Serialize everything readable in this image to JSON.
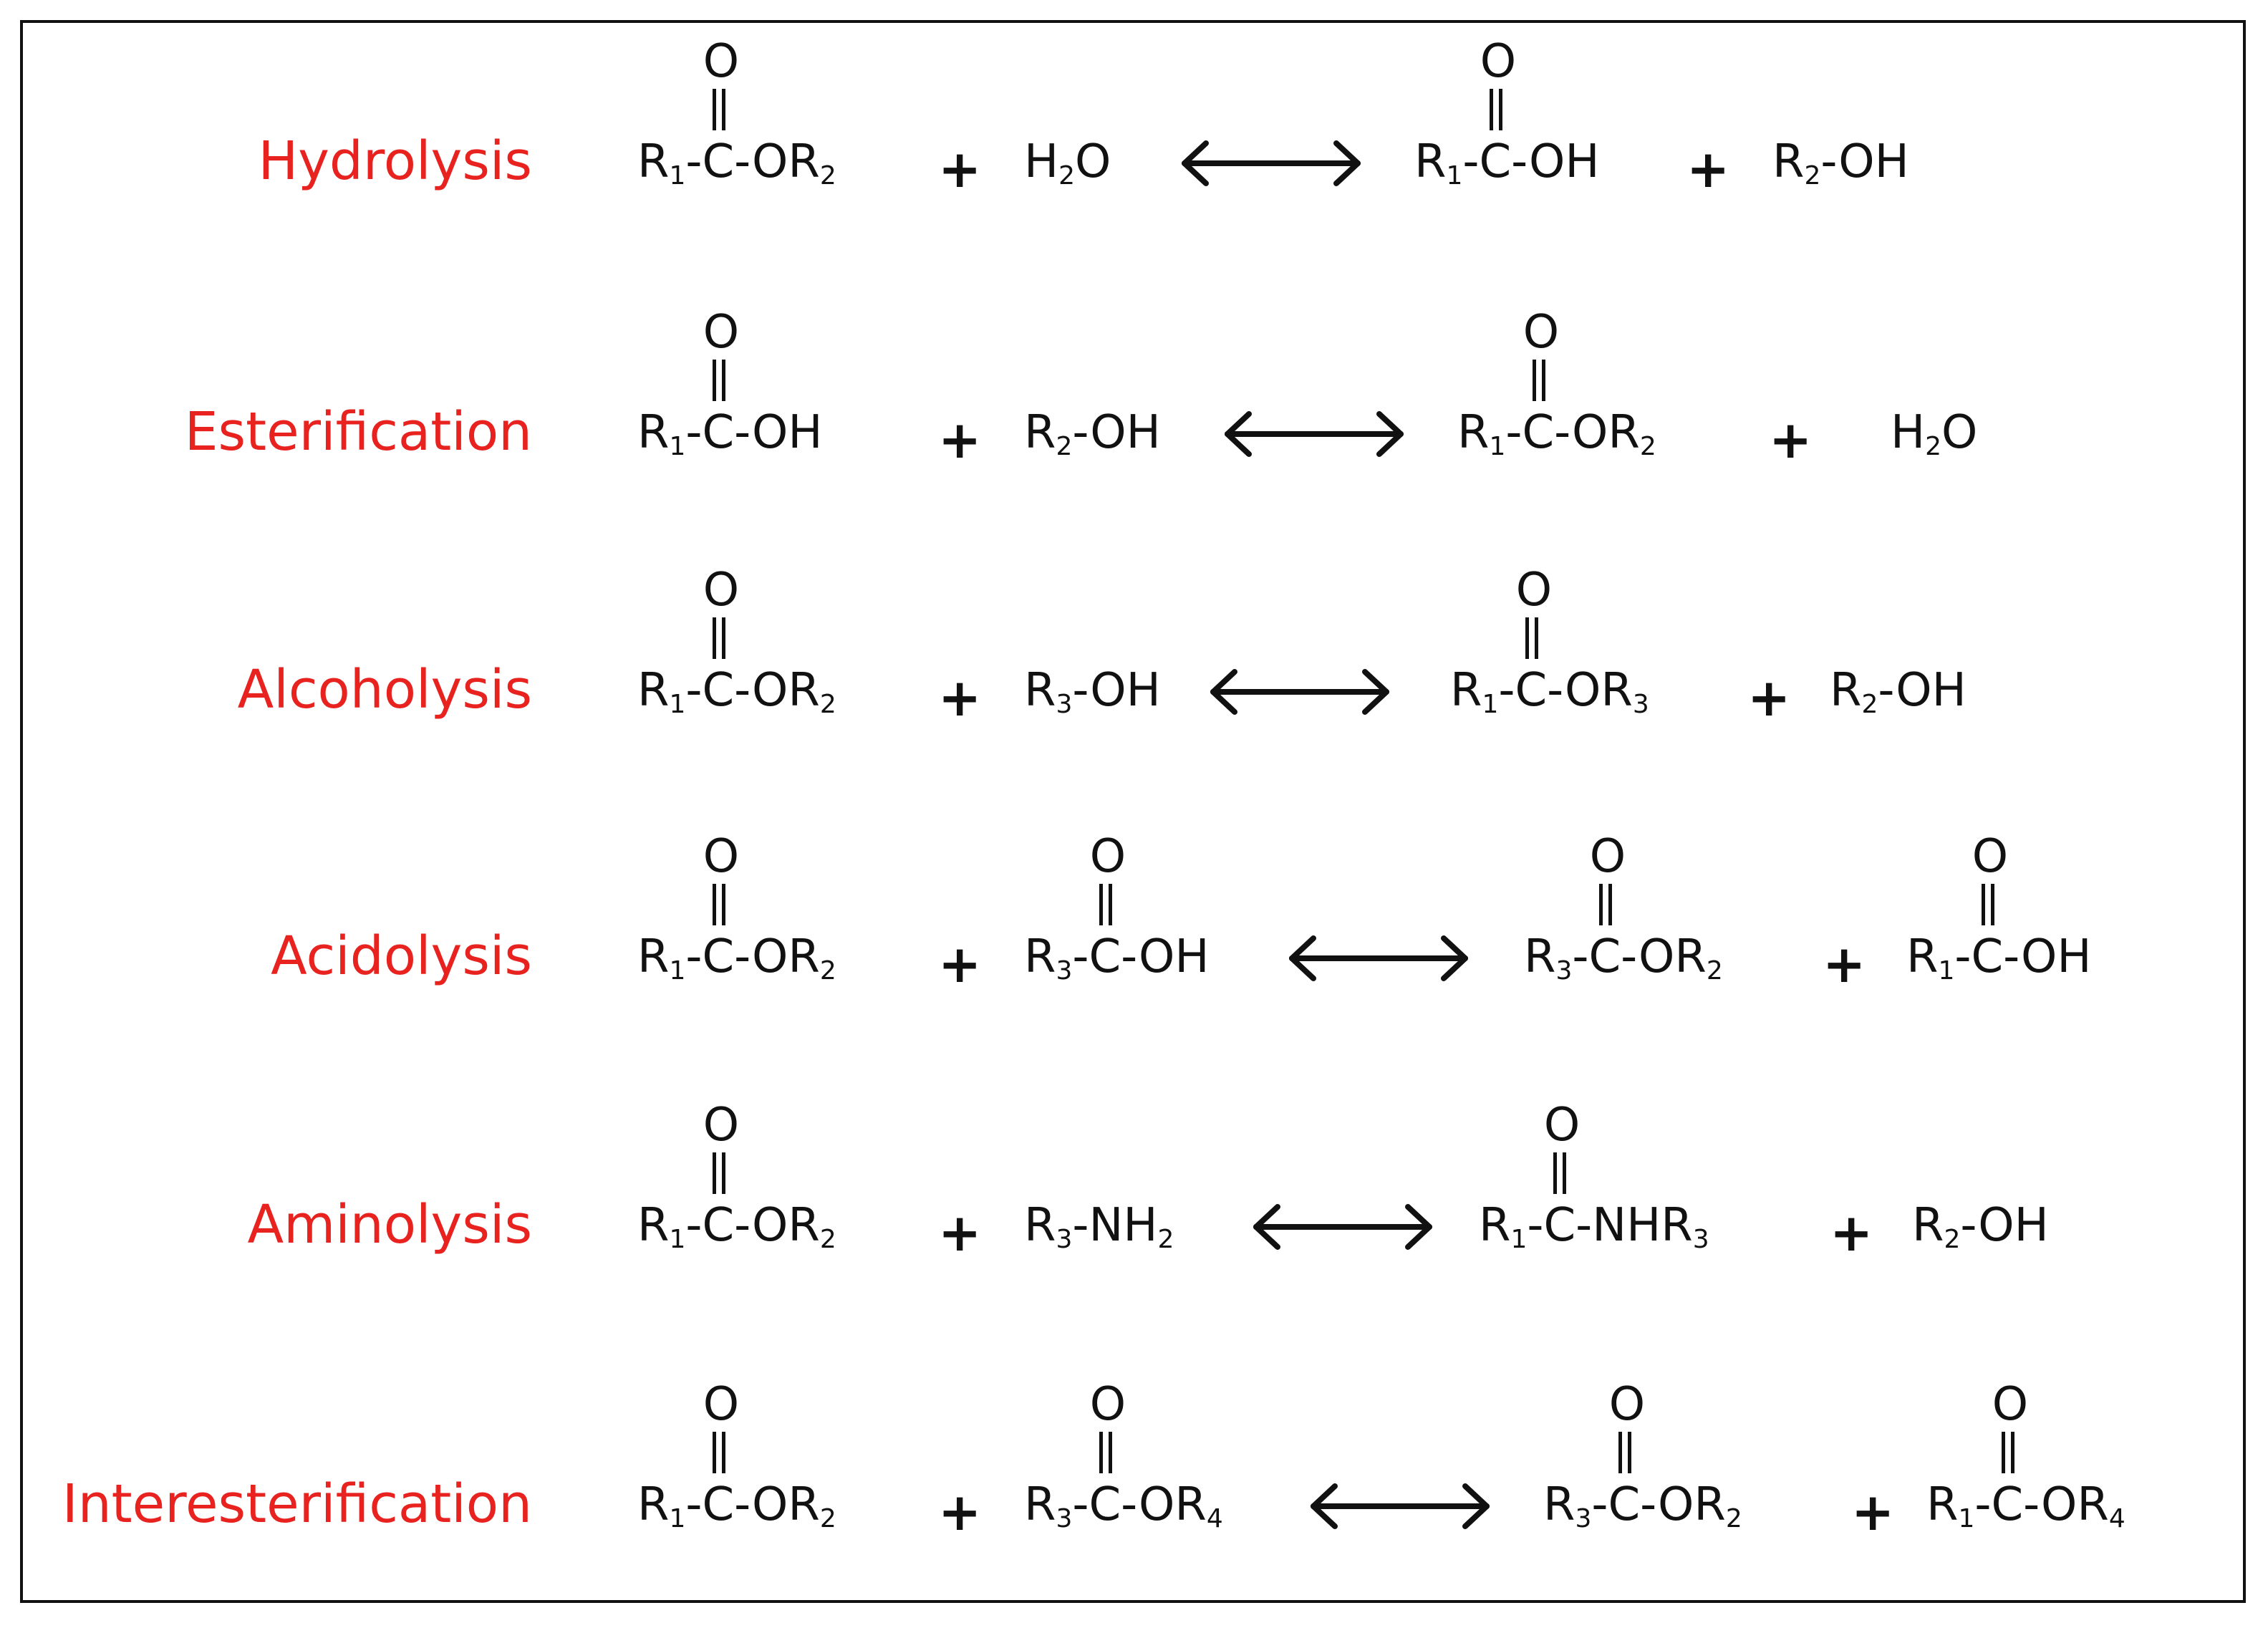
{
  "reactions": [
    {
      "name": "Hydrolysis",
      "reactants": [
        {
          "carbonyl": true,
          "left": "R",
          "left_sub": "1",
          "mid": "-C-",
          "right": "OR",
          "right_sub": "2"
        },
        {
          "carbonyl": false,
          "left": "H",
          "left_sub": "2",
          "right": "O"
        }
      ],
      "products": [
        {
          "carbonyl": true,
          "left": "R",
          "left_sub": "1",
          "mid": "-C-",
          "right": "OH"
        },
        {
          "carbonyl": false,
          "left": "R",
          "left_sub": "2",
          "right": "-OH"
        }
      ]
    },
    {
      "name": "Esterification",
      "reactants": [
        {
          "carbonyl": true,
          "left": "R",
          "left_sub": "1",
          "mid": "-C-",
          "right": "OH"
        },
        {
          "carbonyl": false,
          "left": "R",
          "left_sub": "2",
          "right": "-OH"
        }
      ],
      "products": [
        {
          "carbonyl": true,
          "left": "R",
          "left_sub": "1",
          "mid": "-C-",
          "right": "OR",
          "right_sub": "2"
        },
        {
          "carbonyl": false,
          "left": "H",
          "left_sub": "2",
          "right": "O"
        }
      ]
    },
    {
      "name": "Alcoholysis",
      "reactants": [
        {
          "carbonyl": true,
          "left": "R",
          "left_sub": "1",
          "mid": "-C-",
          "right": "OR",
          "right_sub": "2"
        },
        {
          "carbonyl": false,
          "left": "R",
          "left_sub": "3",
          "right": "-OH"
        }
      ],
      "products": [
        {
          "carbonyl": true,
          "left": "R",
          "left_sub": "1",
          "mid": "-C-",
          "right": "OR",
          "right_sub": "3"
        },
        {
          "carbonyl": false,
          "left": "R",
          "left_sub": "2",
          "right": "-OH"
        }
      ]
    },
    {
      "name": "Acidolysis",
      "reactants": [
        {
          "carbonyl": true,
          "left": "R",
          "left_sub": "1",
          "mid": "-C-",
          "right": "OR",
          "right_sub": "2"
        },
        {
          "carbonyl": true,
          "left": "R",
          "left_sub": "3",
          "mid": "-C-",
          "right": "OH"
        }
      ],
      "products": [
        {
          "carbonyl": true,
          "left": "R",
          "left_sub": "3",
          "mid": "-C-",
          "right": "OR",
          "right_sub": "2"
        },
        {
          "carbonyl": true,
          "left": "R",
          "left_sub": "1",
          "mid": "-C-",
          "right": "OH"
        }
      ]
    },
    {
      "name": "Aminolysis",
      "reactants": [
        {
          "carbonyl": true,
          "left": "R",
          "left_sub": "1",
          "mid": "-C-",
          "right": "OR",
          "right_sub": "2"
        },
        {
          "carbonyl": false,
          "left": "R",
          "left_sub": "3",
          "right": "-NH",
          "right_sub": "2"
        }
      ],
      "products": [
        {
          "carbonyl": true,
          "left": "R",
          "left_sub": "1",
          "mid": "-C-",
          "right": "NHR",
          "right_sub": "3"
        },
        {
          "carbonyl": false,
          "left": "R",
          "left_sub": "2",
          "right": "-OH"
        }
      ]
    },
    {
      "name": "Interesterification",
      "reactants": [
        {
          "carbonyl": true,
          "left": "R",
          "left_sub": "1",
          "mid": "-C-",
          "right": "OR",
          "right_sub": "2"
        },
        {
          "carbonyl": true,
          "left": "R",
          "left_sub": "3",
          "mid": "-C-",
          "right": "OR",
          "right_sub": "4"
        }
      ],
      "products": [
        {
          "carbonyl": true,
          "left": "R",
          "left_sub": "3",
          "mid": "-C-",
          "right": "OR",
          "right_sub": "2"
        },
        {
          "carbonyl": true,
          "left": "R",
          "left_sub": "1",
          "mid": "-C-",
          "right": "OR",
          "right_sub": "4"
        }
      ]
    }
  ],
  "symbols": {
    "plus": "+",
    "carbonyl_oxygen": "O"
  },
  "colors": {
    "reaction_name": "#e8221f",
    "formula": "#111111",
    "frame": "#111111"
  }
}
